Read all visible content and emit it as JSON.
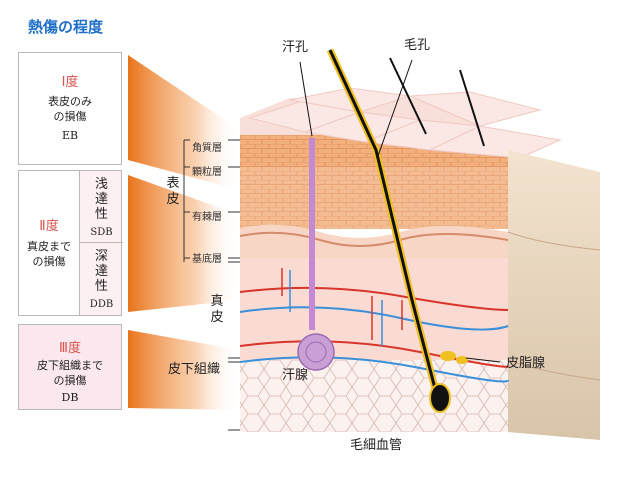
{
  "title": "熱傷の程度",
  "degrees": [
    {
      "grade": "Ⅰ度",
      "desc": [
        "表皮のみ",
        "の損傷"
      ],
      "code": "EB"
    },
    {
      "grade": "Ⅱ度",
      "desc": [
        "真皮まで",
        "の損傷"
      ],
      "sub": [
        {
          "label": "浅達性",
          "code": "SDB"
        },
        {
          "label": "深達性",
          "code": "DDB"
        }
      ]
    },
    {
      "grade": "Ⅲ度",
      "desc": [
        "皮下組織まで",
        "の損傷"
      ],
      "code": "DB"
    }
  ],
  "epidermis_label": "表皮",
  "epidermis_layers": [
    "角質層",
    "顆粒層",
    "有棘層",
    "基底層"
  ],
  "dermis_label": "真皮",
  "subcutis_label": "皮下組織",
  "structure_labels": {
    "sweat_pore": "汗孔",
    "hair_pore": "毛孔",
    "sweat_gland": "汗腺",
    "sebaceous_gland": "皮脂腺",
    "capillaries": "毛細血管"
  },
  "colors": {
    "title": "#1f6fc9",
    "grade": "#d9534f",
    "box_III_bg": "#fbe8ef",
    "box_II_bg": "#fdf0f2",
    "arrow_gradient_start": "#e8741b",
    "arrow_gradient_end": "#ffffff"
  }
}
